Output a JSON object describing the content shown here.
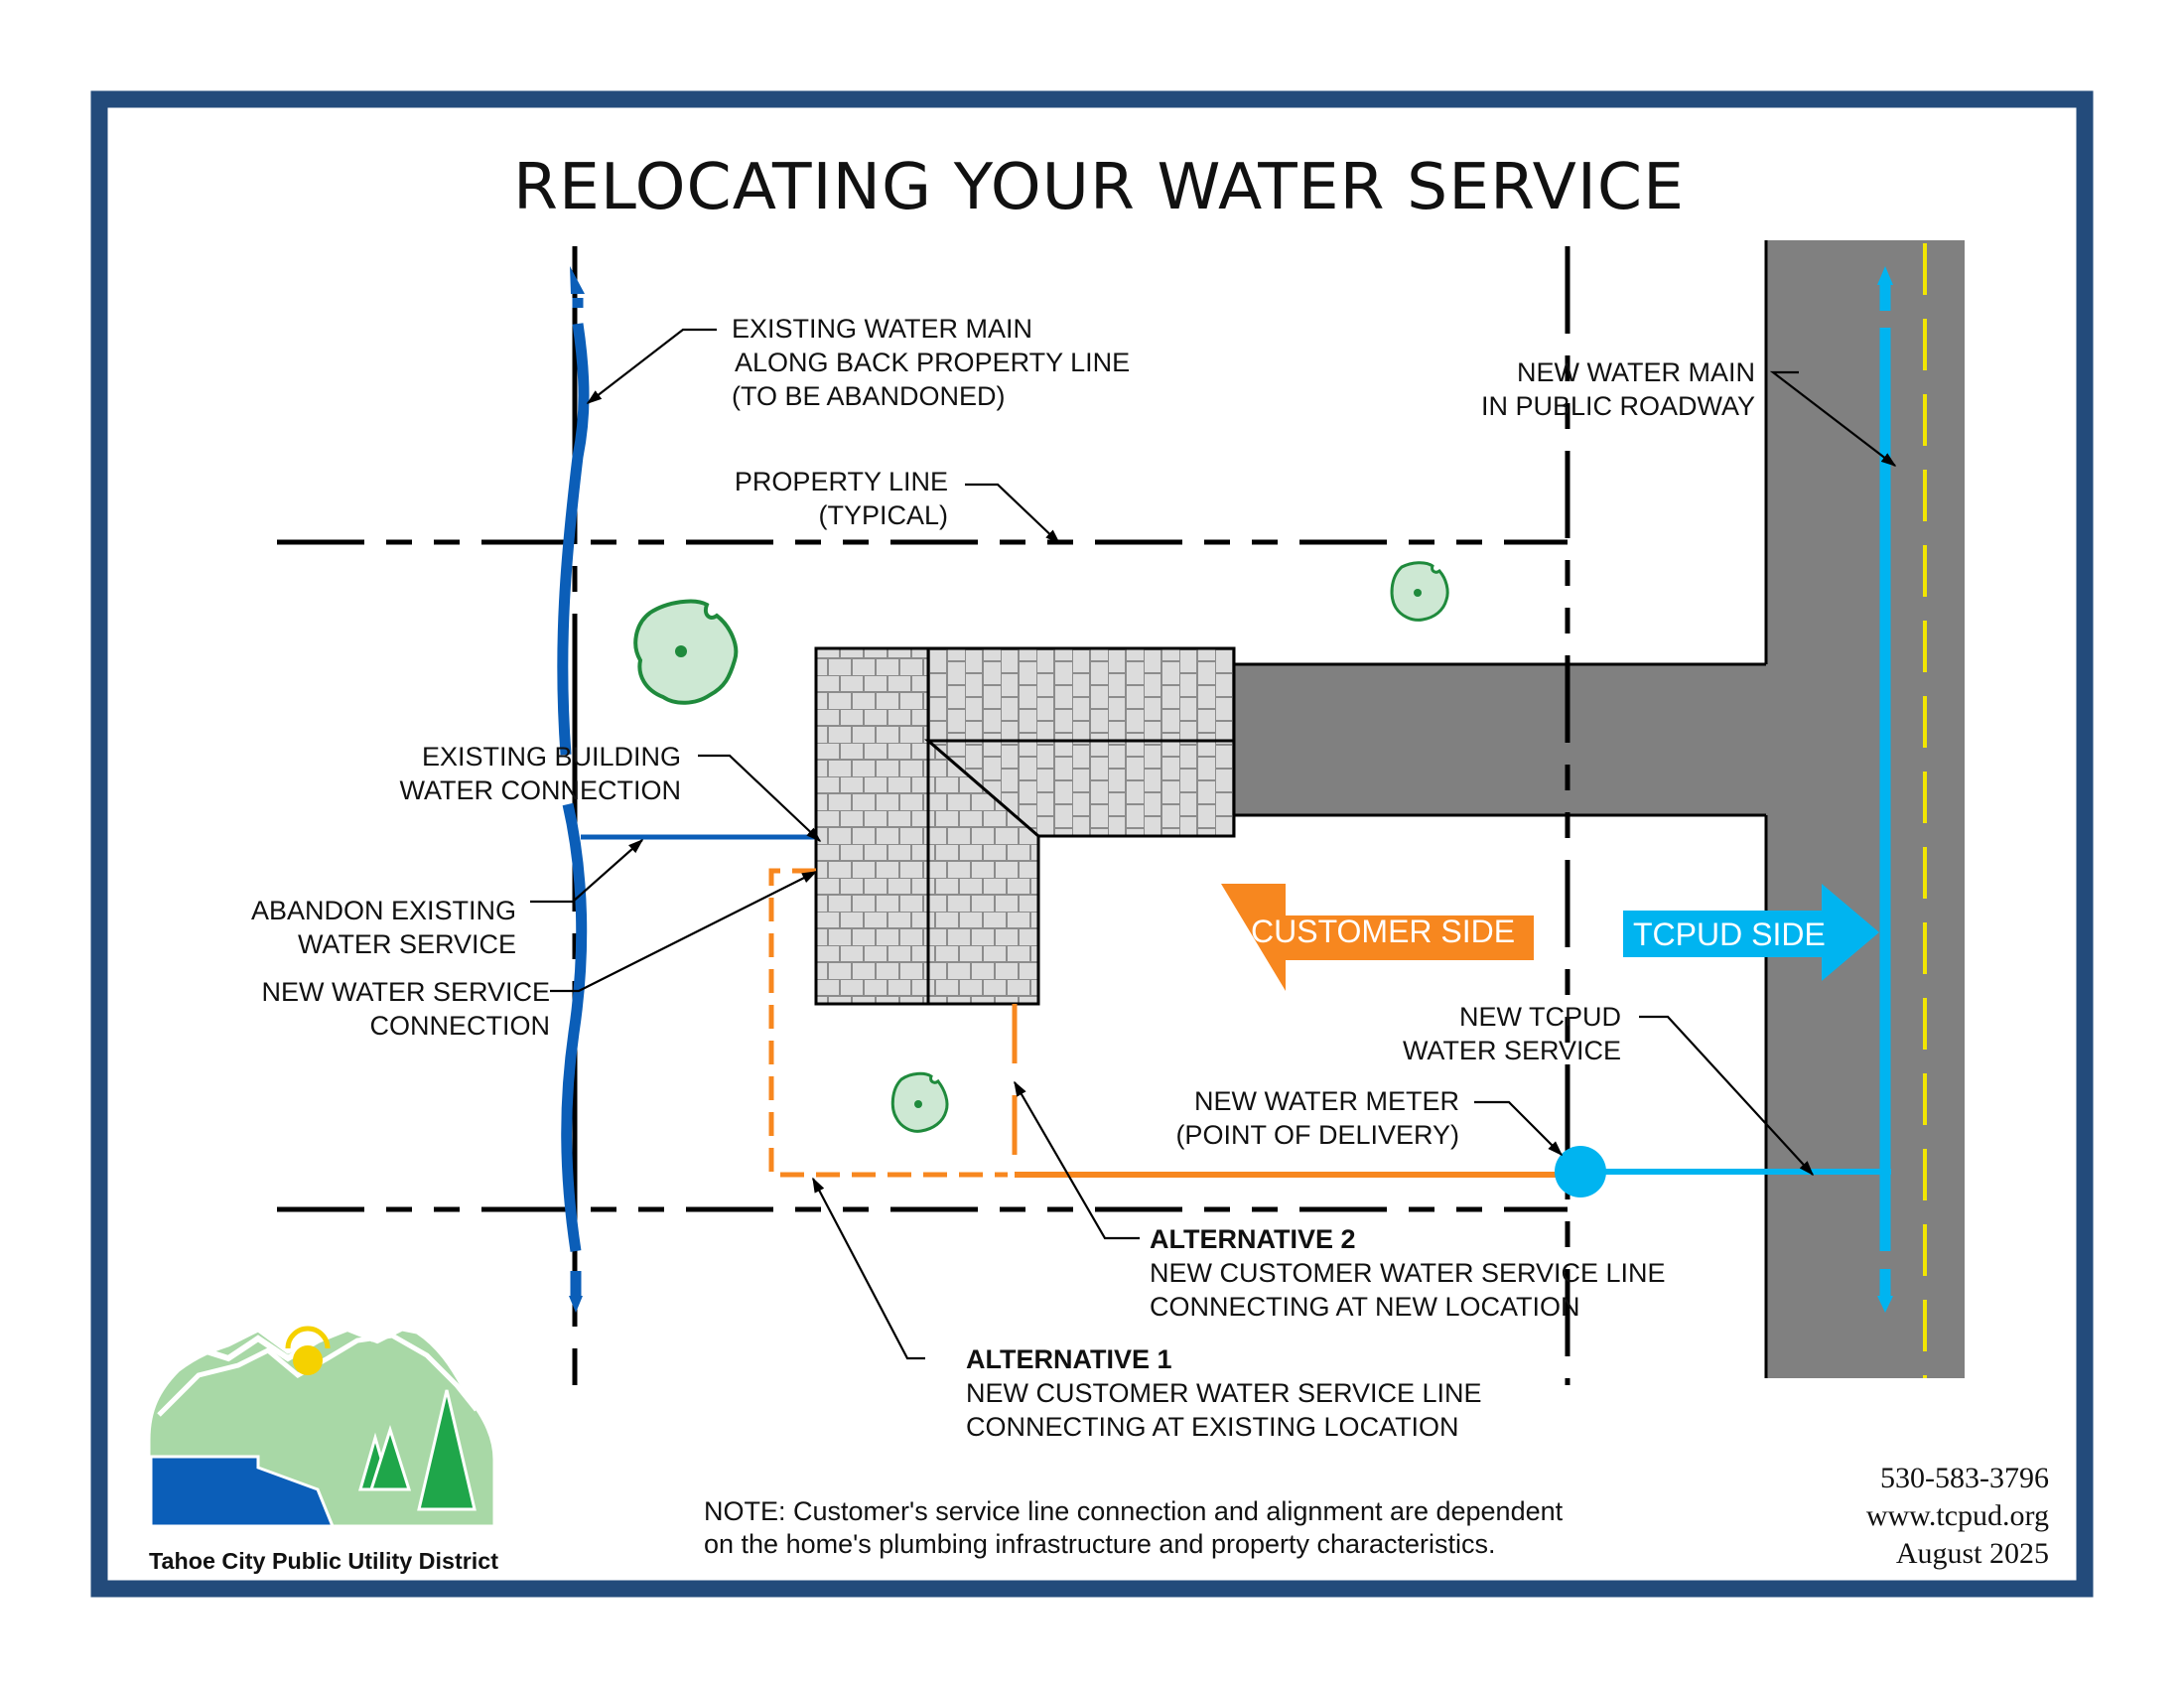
{
  "title": "RELOCATING YOUR WATER SERVICE",
  "colors": {
    "frame": "#234B7B",
    "existing_main": "#0B5EB8",
    "new_main": "#00B4F0",
    "customer": "#F7871F",
    "roadway": "#808080",
    "center_stripe": "#F2E600",
    "tree_fill": "#CDE8D3",
    "tree_stroke": "#1F8A3C",
    "building_fill": "#DCDCDC"
  },
  "labels": {
    "existing_main": [
      "EXISTING WATER MAIN",
      "ALONG BACK PROPERTY LINE",
      "(TO BE ABANDONED)"
    ],
    "property_line": [
      "PROPERTY LINE",
      "(TYPICAL)"
    ],
    "new_main": [
      "NEW WATER MAIN",
      "IN PUBLIC ROADWAY"
    ],
    "existing_connection": [
      "EXISTING BUILDING",
      "WATER CONNECTION"
    ],
    "abandon_service": [
      "ABANDON EXISTING",
      "WATER SERVICE"
    ],
    "new_connection": [
      "NEW WATER SERVICE",
      "CONNECTION"
    ],
    "customer_side": "CUSTOMER SIDE",
    "tcpud_side": "TCPUD SIDE",
    "new_tcpud_service": [
      "NEW TCPUD",
      "WATER SERVICE"
    ],
    "new_meter": [
      "NEW WATER METER",
      "(POINT OF DELIVERY)"
    ],
    "alternative_2": {
      "heading": "ALTERNATIVE 2",
      "lines": [
        "NEW CUSTOMER WATER SERVICE LINE",
        "CONNECTING AT NEW LOCATION"
      ]
    },
    "alternative_1": {
      "heading": "ALTERNATIVE 1",
      "lines": [
        "NEW CUSTOMER WATER SERVICE LINE",
        "CONNECTING AT EXISTING LOCATION"
      ]
    }
  },
  "note": [
    "NOTE: Customer's service line connection and alignment are dependent",
    "on the home's plumbing infrastructure and property characteristics."
  ],
  "contact": {
    "phone": "530-583-3796",
    "website": "www.tcpud.org",
    "date": "August 2025"
  },
  "logo": {
    "name": "Tahoe City Public Utility District",
    "icon": "mountain-lake-trees-logo"
  }
}
